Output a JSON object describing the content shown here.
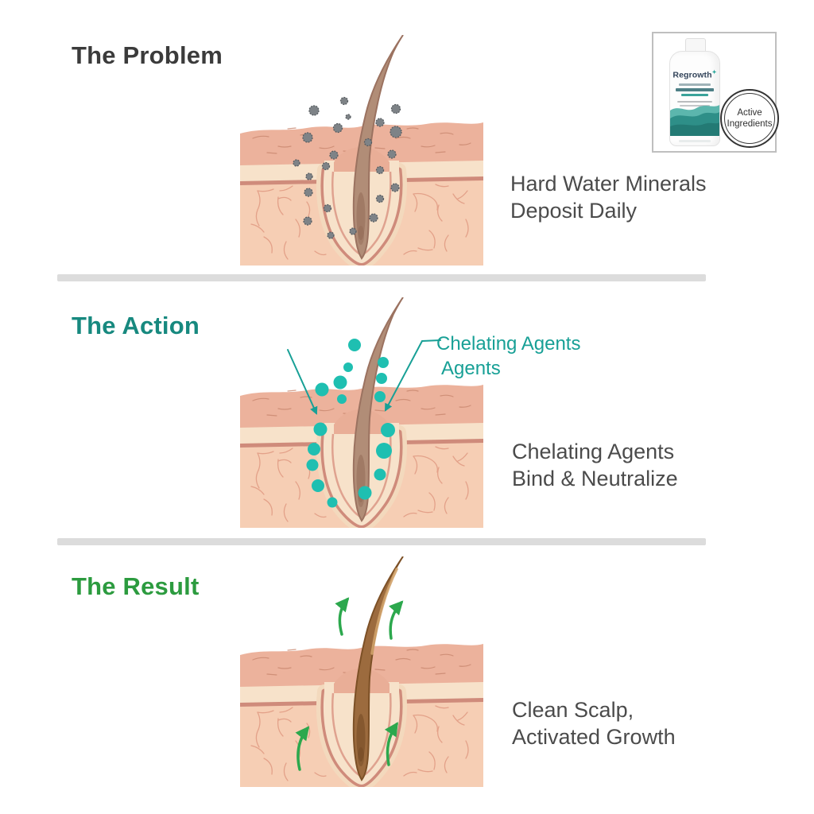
{
  "sections": [
    {
      "heading": "The Problem",
      "caption_line1": "Hard Water Minerals",
      "caption_line2": "Deposit Daily"
    },
    {
      "heading": "The Action",
      "caption_line1": "Chelating Agents",
      "caption_line2": "Bind & Neutralize",
      "annotation_line1": "Chelating Agents",
      "annotation_line2": "Agents"
    },
    {
      "heading": "The Result",
      "caption_line1": "Clean Scalp,",
      "caption_line2": "Activated Growth"
    }
  ],
  "product_card": {
    "brand": "Regrowth",
    "badge_line1": "Active",
    "badge_line2": "Ingredients"
  },
  "colors": {
    "heading_problem": "#3b3b3b",
    "heading_action": "#17897f",
    "heading_result": "#2c9b3f",
    "caption_text": "#4b4b4b",
    "annotation_teal": "#18a096",
    "divider_gray": "#dcdcdc",
    "mineral_gray": "#7e8387",
    "mineral_gray_edge": "#575c60",
    "chelator_teal": "#1fbfb1",
    "arrow_green": "#2ca84d",
    "skin_epidermis": "#ecb29c",
    "skin_texture": "#c9876f",
    "skin_cream": "#f7e2ca",
    "skin_mauve": "#cf8b7b",
    "skin_dermis": "#f6ceb4",
    "skin_vein": "#e09a82",
    "hair_brown": "#b18d77",
    "hair_brown_outline": "#9b7260",
    "hair_brown_shade": "#8f6753",
    "hair_healthy": "#9c6b3e",
    "hair_healthy_outline": "#7c5026",
    "hair_healthy_shade": "#6e4620",
    "hair_highlight": "#d2a36b"
  }
}
